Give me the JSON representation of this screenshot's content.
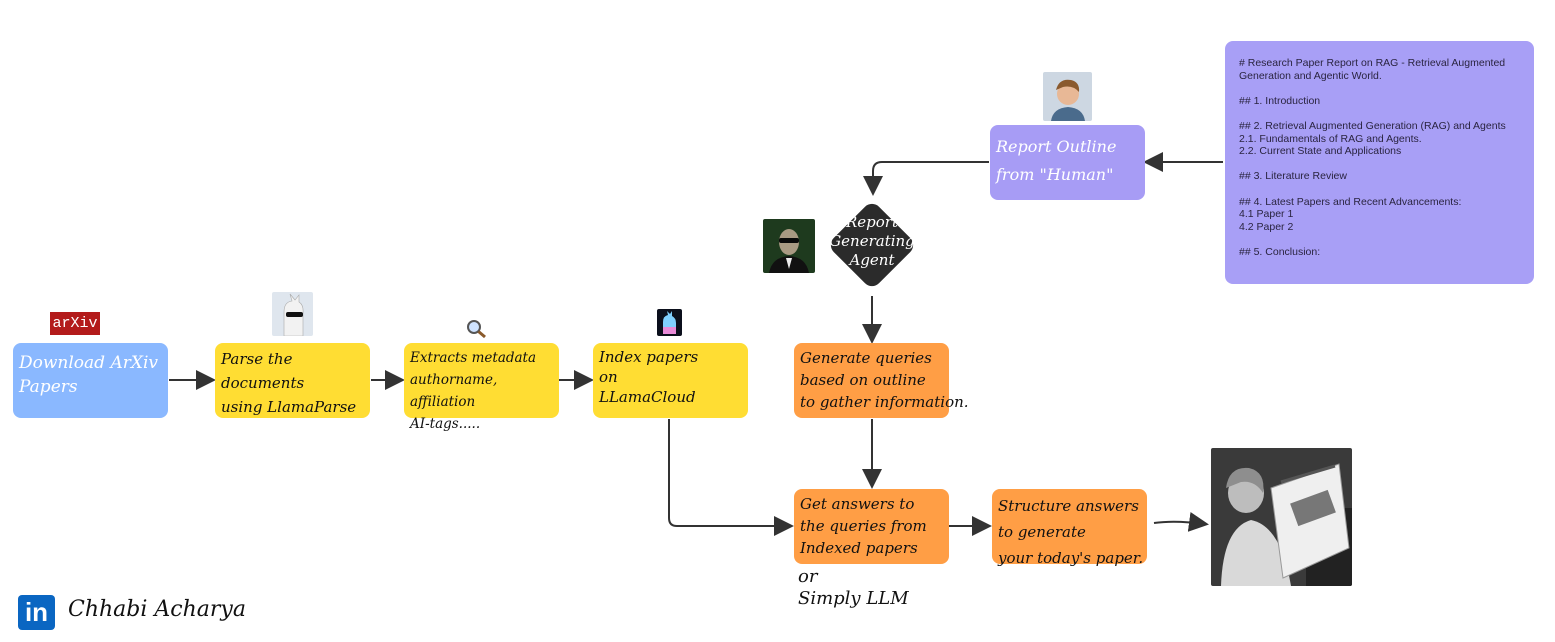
{
  "nodes": {
    "download": "Download ArXiv\n Papers",
    "parse": "Parse the documents\nusing LlamaParse",
    "extract": "Extracts metadata\nauthorname, affiliation\n AI-tags.....",
    "index": "Index papers\n     on\n  LLamaCloud",
    "generate_queries": "Generate queries\nbased on outline\nto gather information.",
    "get_answers": "Get answers to\nthe queries from\nIndexed papers",
    "structure": "Structure answers\nto generate\nyour today's paper.",
    "report_outline": "Report Outline\nfrom \"Human\"",
    "agent": "Report\nGenerating\nAgent"
  },
  "annotations": {
    "or_llm": "   or\nSimply LLM"
  },
  "outline_panel": {
    "text": "# Research Paper Report on RAG - Retrieval Augmented Generation and Agentic World.\n\n## 1. Introduction\n\n## 2. Retrieval Augmented Generation (RAG) and Agents\n2.1. Fundamentals of RAG and Agents.\n2.2. Current State and Applications\n\n## 3. Literature Review\n\n## 4. Latest Papers and Recent Advancements:\n4.1 Paper 1\n4.2 Paper 2\n\n## 5. Conclusion:"
  },
  "logos": {
    "arxiv": "arXiv",
    "linkedin": "in"
  },
  "author": "Chhabi Acharya",
  "colors": {
    "blue": "#8ab8ff",
    "yellow": "#ffdd33",
    "orange": "#ff9e45",
    "purple": "#a79cf5",
    "diamond": "#2b2b2b",
    "arrow": "#333333"
  },
  "icons": [
    "arxiv-logo",
    "llama-icon",
    "magnifier-icon",
    "llamacloud-icon",
    "human-avatar",
    "agent-avatar",
    "newspaper-photo",
    "linkedin-icon"
  ]
}
